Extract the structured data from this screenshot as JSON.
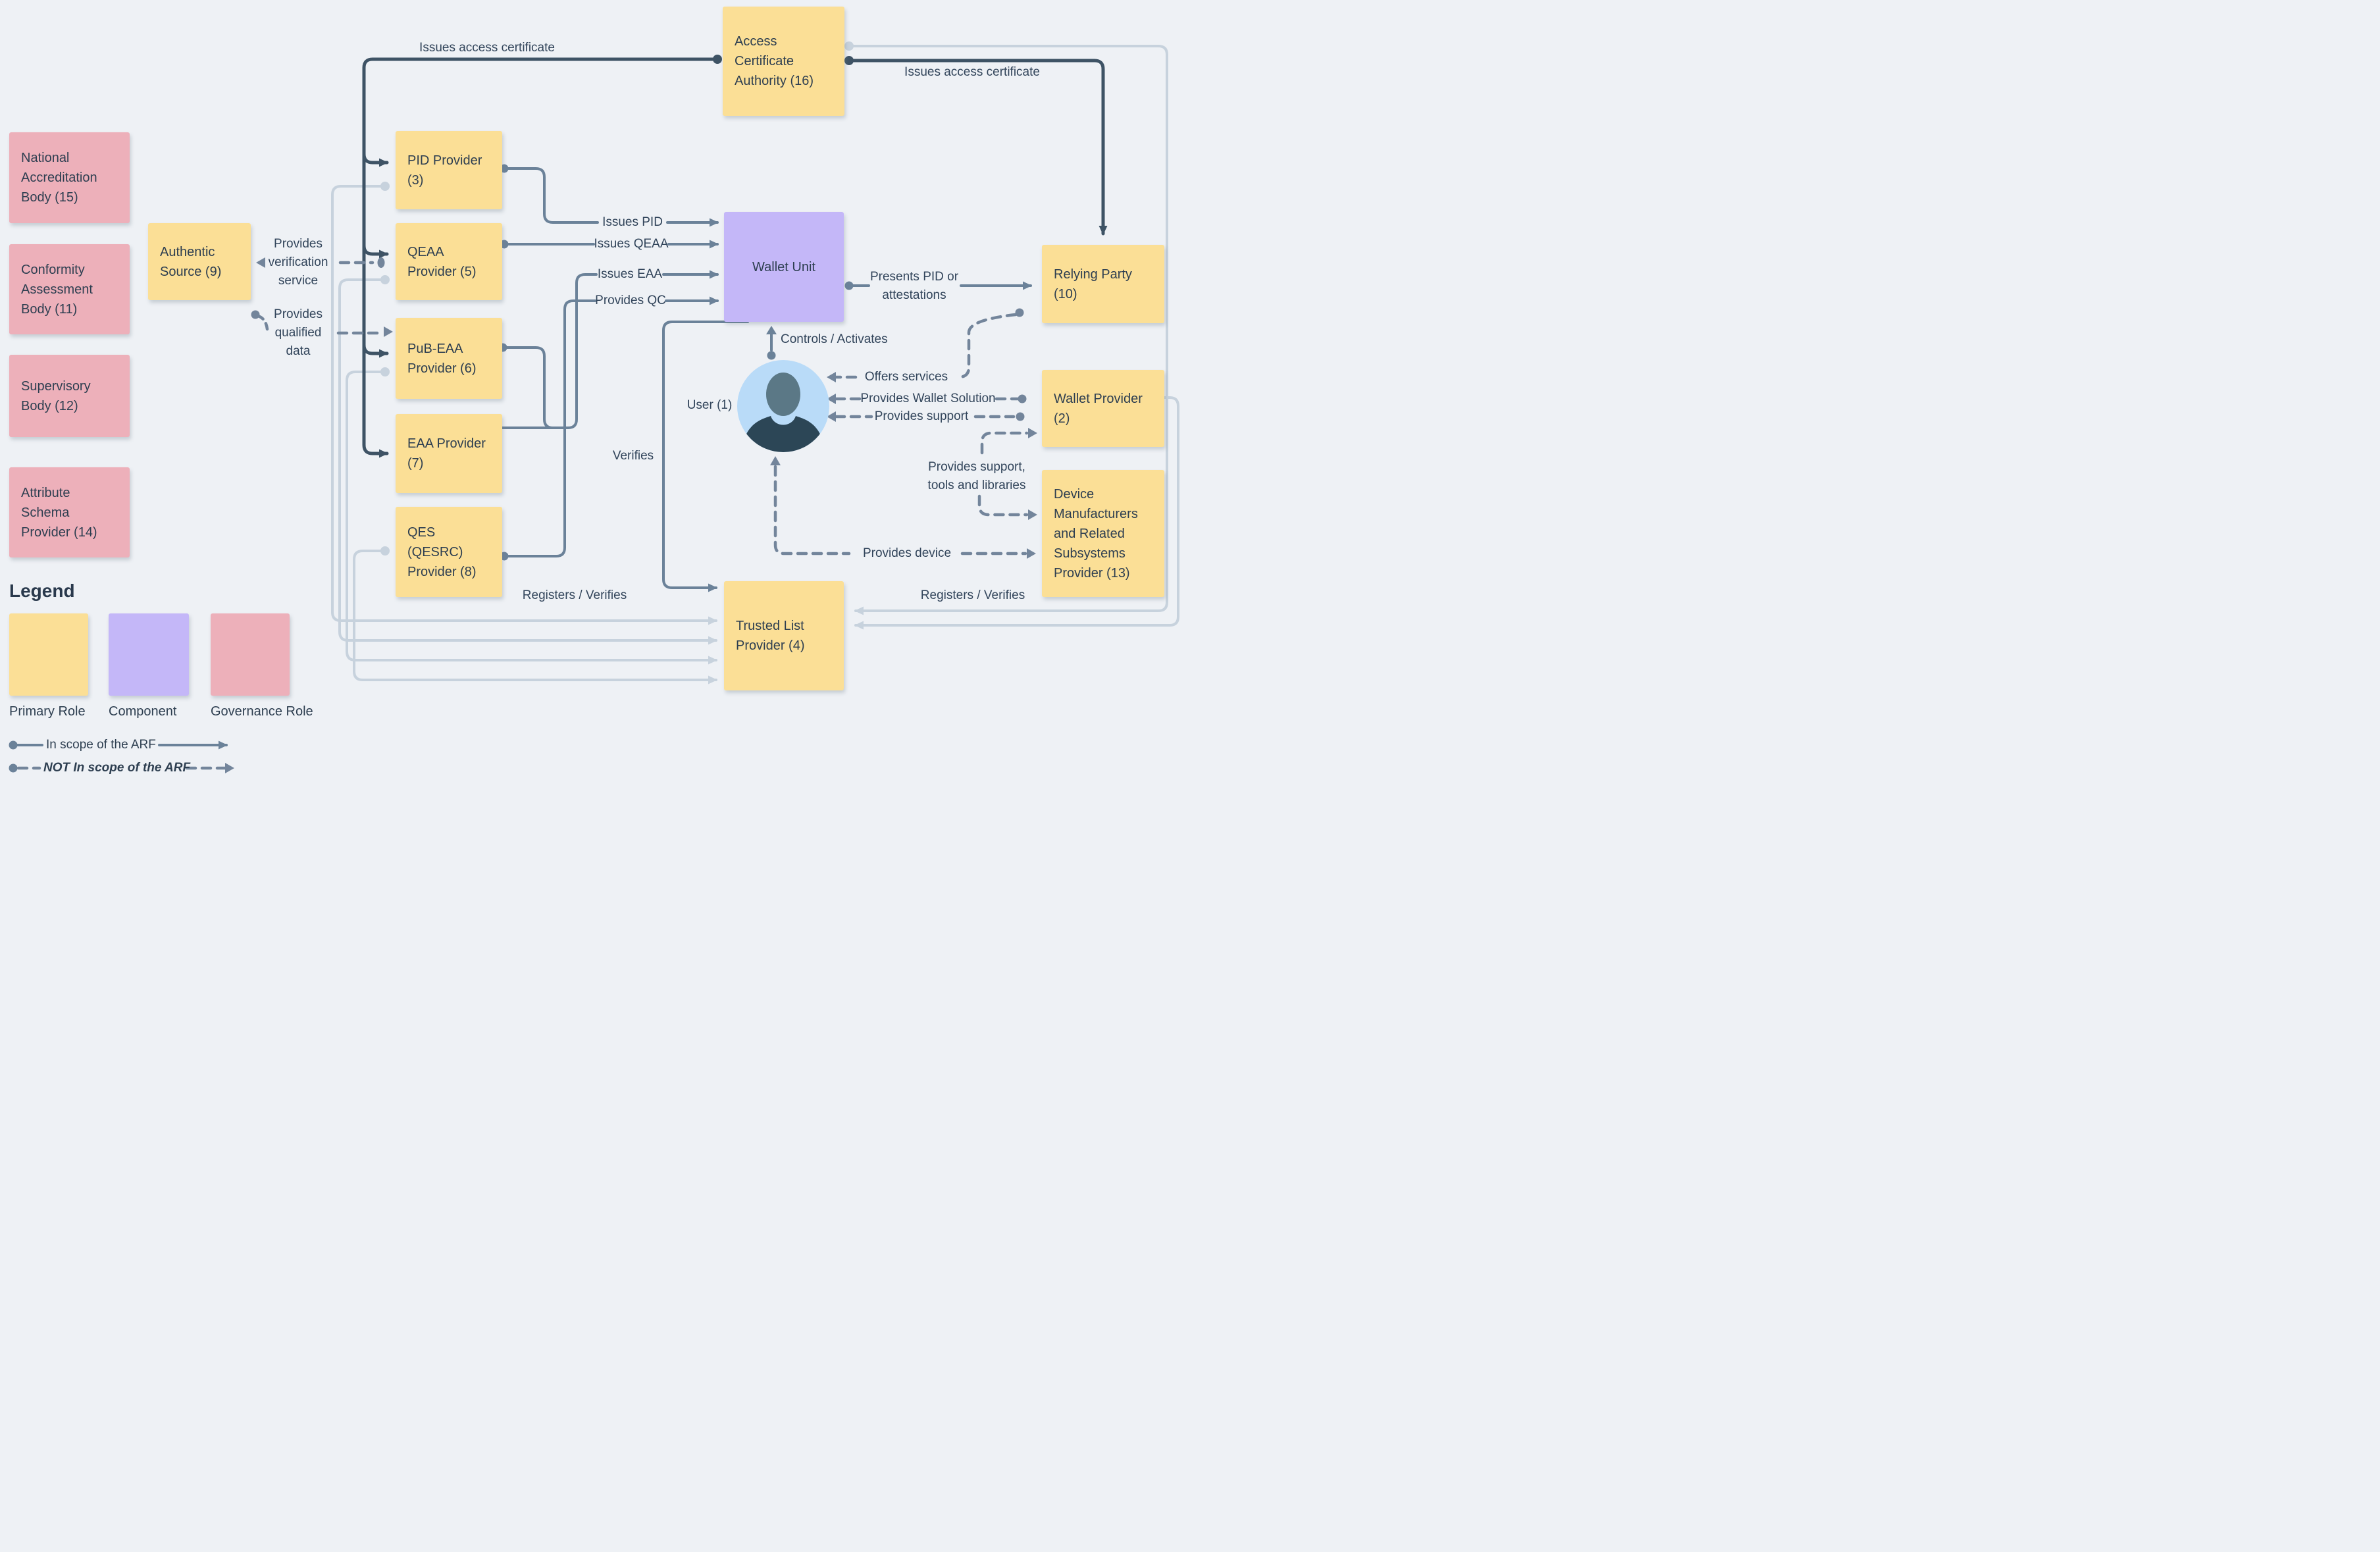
{
  "diagram_title": "EUDI Wallet ecosystem roles diagram",
  "colors": {
    "background": "#eef1f5",
    "primary_role": "#fbdf96",
    "component": "#c4b7f8",
    "governance_role": "#edb0ba",
    "in_scope_line": "#6b8299",
    "dark_line": "#3e5365",
    "out_of_scope_line": "#73859b",
    "not_in_scope_light_line": "#c7d2dd",
    "text": "#2d3e50",
    "avatar_background": "#b9dbf8",
    "avatar_silhouette": "#2f4a5c"
  },
  "nodes": {
    "aca": {
      "label": "Access Certificate Authority (16)"
    },
    "nab": {
      "label": "National Accreditation Body (15)"
    },
    "cab": {
      "label": "Conformity Assessment Body (11)"
    },
    "sb": {
      "label": "Supervisory Body (12)"
    },
    "asp": {
      "label": "Attribute Schema Provider (14)"
    },
    "as9": {
      "label": "Authentic Source (9)"
    },
    "pid": {
      "label": "PID Provider (3)"
    },
    "qeaa": {
      "label": "QEAA Provider (5)"
    },
    "pub": {
      "label": "PuB-EAA Provider (6)"
    },
    "eaa": {
      "label": "EAA Provider (7)"
    },
    "qes": {
      "label": "QES (QESRC) Provider (8)"
    },
    "wu": {
      "label": "Wallet Unit"
    },
    "rp": {
      "label": "Relying Party (10)"
    },
    "wp": {
      "label": "Wallet Provider (2)"
    },
    "dm": {
      "label": "Device Manufacturers and Related Subsystems Provider (13)"
    },
    "tlp": {
      "label": "Trusted List Provider (4)"
    },
    "user": {
      "label": "User (1)"
    }
  },
  "edges": {
    "issues_access_certificate_left": "Issues access certificate",
    "issues_access_certificate_right": "Issues access certificate",
    "issues_pid": "Issues PID",
    "issues_qeaa": "Issues QEAA",
    "issues_eaa": "Issues EAA",
    "provides_qc": "Provides QC",
    "presents_line1": "Presents PID or",
    "presents_line2": "attestations",
    "controls_activates": "Controls / Activates",
    "offers_services": "Offers services",
    "provides_wallet_solution": "Provides Wallet Solution",
    "provides_support": "Provides support",
    "tools_line1": "Provides support,",
    "tools_line2": "tools and libraries",
    "provides_device": "Provides device",
    "verifies": "Verifies",
    "registers_verifies_left": "Registers / Verifies",
    "registers_verifies_right": "Registers / Verifies",
    "pvs_line1": "Provides",
    "pvs_line2": "verification",
    "pvs_line3": "service",
    "pqd_line1": "Provides",
    "pqd_line2": "qualified",
    "pqd_line3": "data"
  },
  "legend": {
    "title": "Legend",
    "items": [
      {
        "label": "Primary Role",
        "color": "#fbdf96"
      },
      {
        "label": "Component",
        "color": "#c4b7f8"
      },
      {
        "label": "Governance Role",
        "color": "#edb0ba"
      }
    ],
    "in_scope": "In scope of the ARF",
    "not_in_scope": "NOT In scope of the ARF"
  }
}
